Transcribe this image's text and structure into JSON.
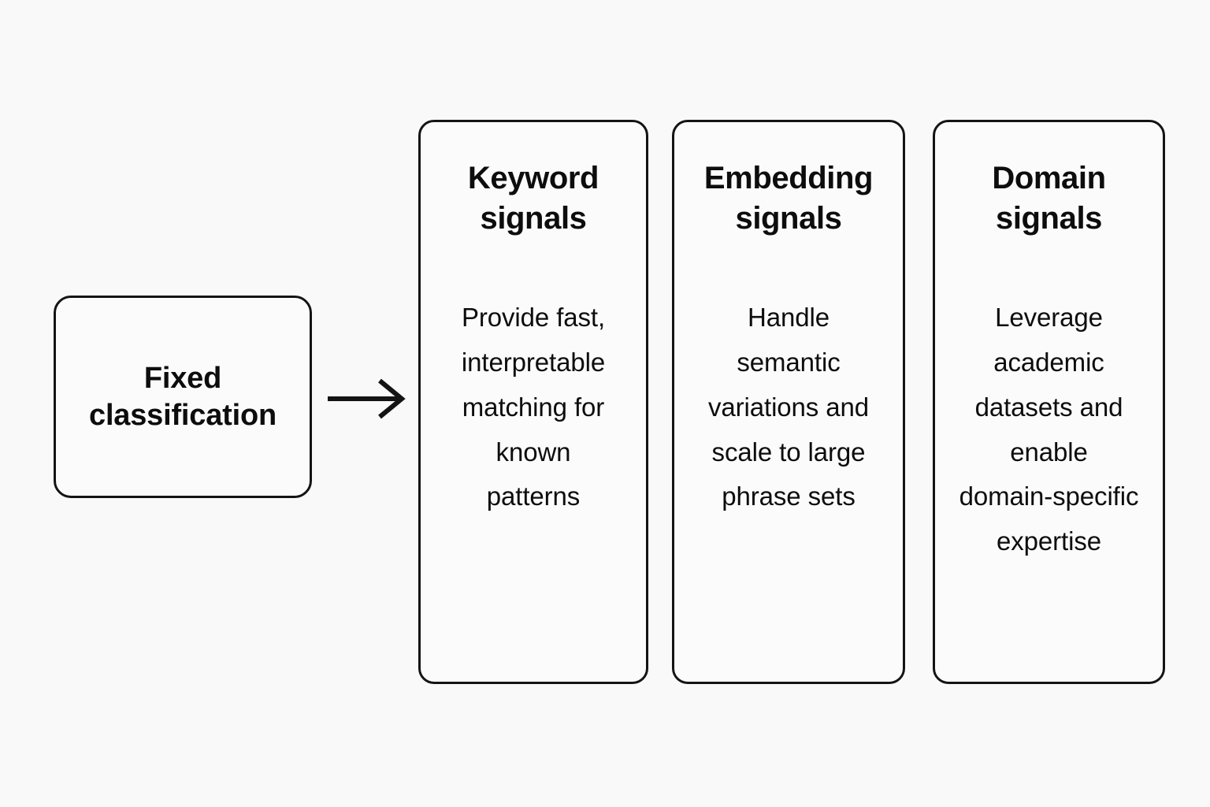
{
  "diagram": {
    "type": "flow",
    "background_color": "#f9f9f9",
    "stroke_color": "#141414",
    "text_color": "#0d0d0d",
    "source": {
      "label": "Fixed\nclassification"
    },
    "connector": {
      "icon": "arrow-right-icon",
      "from": "Fixed classification",
      "to": "Keyword signals"
    },
    "cards": [
      {
        "title": "Keyword\nsignals",
        "body": "Provide fast,\ninterpretable\nmatching for\nknown\npatterns"
      },
      {
        "title": "Embedding\nsignals",
        "body": "Handle\nsemantic\nvariations and\nscale to large\nphrase sets"
      },
      {
        "title": "Domain\nsignals",
        "body": "Leverage\nacademic\ndatasets and\nenable\ndomain-specific\nexpertise"
      }
    ]
  }
}
